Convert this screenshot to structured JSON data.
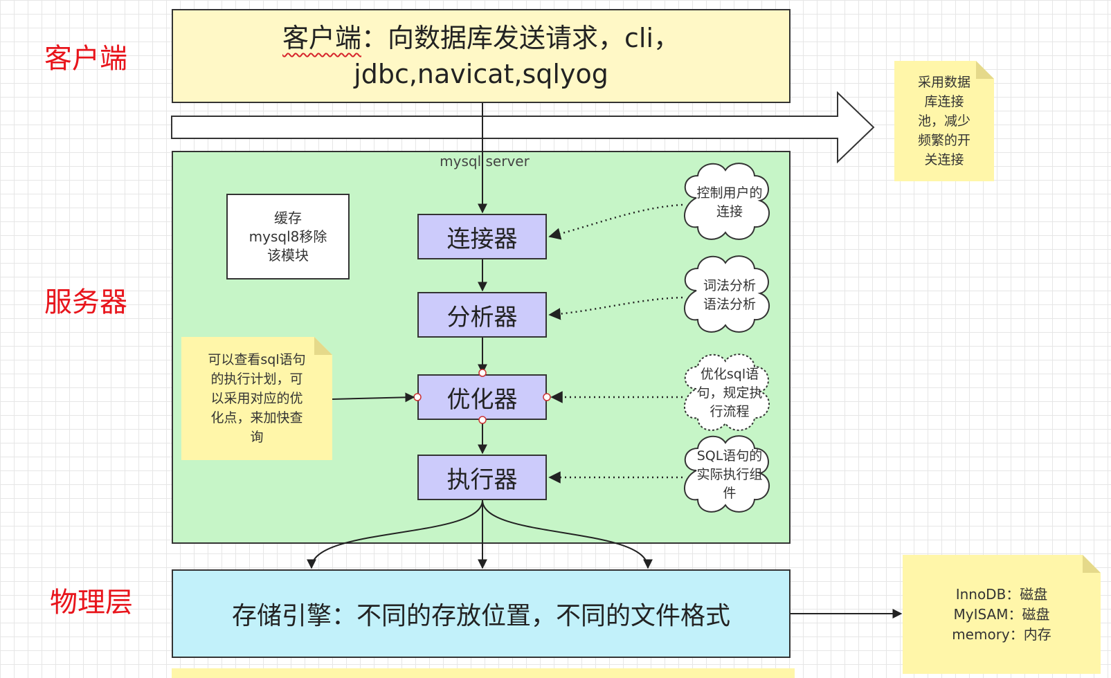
{
  "side_labels": {
    "client": "客户端",
    "server": "服务器",
    "physical": "物理层"
  },
  "client_box": {
    "prefix": "客户端",
    "line1_rest": "：向数据库发送请求，cli，",
    "line2": "jdbc,navicat,sqlyog"
  },
  "server_box": {
    "title": "mysql server",
    "cache_lines": [
      "缓存",
      "mysql8移除",
      "该模块"
    ]
  },
  "processors": [
    "连接器",
    "分析器",
    "优化器",
    "执行器"
  ],
  "clouds": [
    {
      "lines": [
        "控制用户的",
        "连接"
      ]
    },
    {
      "lines": [
        "词法分析",
        "语法分析"
      ]
    },
    {
      "lines": [
        "优化sql语",
        "句，规定执",
        "行流程"
      ]
    },
    {
      "lines": [
        "SQL语句的",
        "实际执行组",
        "件"
      ]
    }
  ],
  "notes": {
    "connection_pool": [
      "采用数据",
      "库连接",
      "池，减少",
      "频繁的开",
      "关连接"
    ],
    "optimizer_hint": [
      "可以查看sql语句",
      "的执行计划，可",
      "以采用对应的优",
      "化点，来加快查",
      "询"
    ],
    "engines": [
      "InnoDB：磁盘",
      "MyISAM：磁盘",
      "memory：内存"
    ]
  },
  "storage_box": {
    "text": "存储引擎：不同的存放位置，不同的文件格式"
  },
  "colors": {
    "client_fill": "#fff8c6",
    "server_fill": "#c6f5c7",
    "processor_fill": "#cccbfb",
    "storage_fill": "#c2f1fa",
    "note_fill": "#fff6a9",
    "label_red": "#e8141b"
  }
}
